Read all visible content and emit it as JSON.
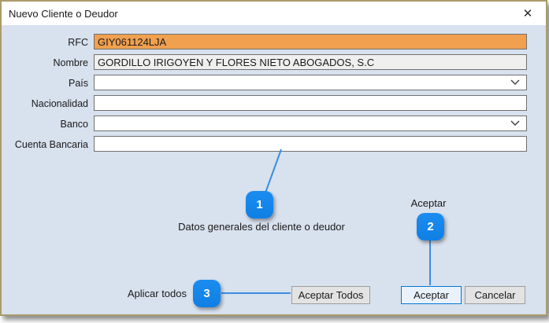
{
  "dialog": {
    "title": "Nuevo Cliente o Deudor",
    "close_glyph": "✕"
  },
  "form": {
    "fields": [
      {
        "label": "RFC",
        "value": "GIY061124LJA",
        "type": "text",
        "state": "highlighted"
      },
      {
        "label": "Nombre",
        "value": "GORDILLO IRIGOYEN Y FLORES NIETO ABOGADOS, S.C",
        "type": "text",
        "state": "readonly"
      },
      {
        "label": "País",
        "value": "",
        "type": "dropdown",
        "state": "empty"
      },
      {
        "label": "Nacionalidad",
        "value": "",
        "type": "text",
        "state": "empty"
      },
      {
        "label": "Banco",
        "value": "",
        "type": "dropdown",
        "state": "empty"
      },
      {
        "label": "Cuenta Bancaria",
        "value": "",
        "type": "text",
        "state": "empty"
      }
    ]
  },
  "annotations": {
    "step1": {
      "number": "1",
      "caption": "Datos generales del cliente o deudor"
    },
    "step2": {
      "number": "2",
      "caption": "Aceptar"
    },
    "step3": {
      "number": "3",
      "caption": "Aplicar todos"
    }
  },
  "buttons": {
    "accept_all": "Aceptar Todos",
    "accept": "Aceptar",
    "cancel": "Cancelar"
  },
  "colors": {
    "accent_blue": "#1485e8",
    "connector_blue": "#3b8de2",
    "highlight_orange": "#f0a04f",
    "dialog_border": "#ab9b6b",
    "dialog_bg": "#d8e1ee",
    "default_button_border": "#0078d7"
  }
}
